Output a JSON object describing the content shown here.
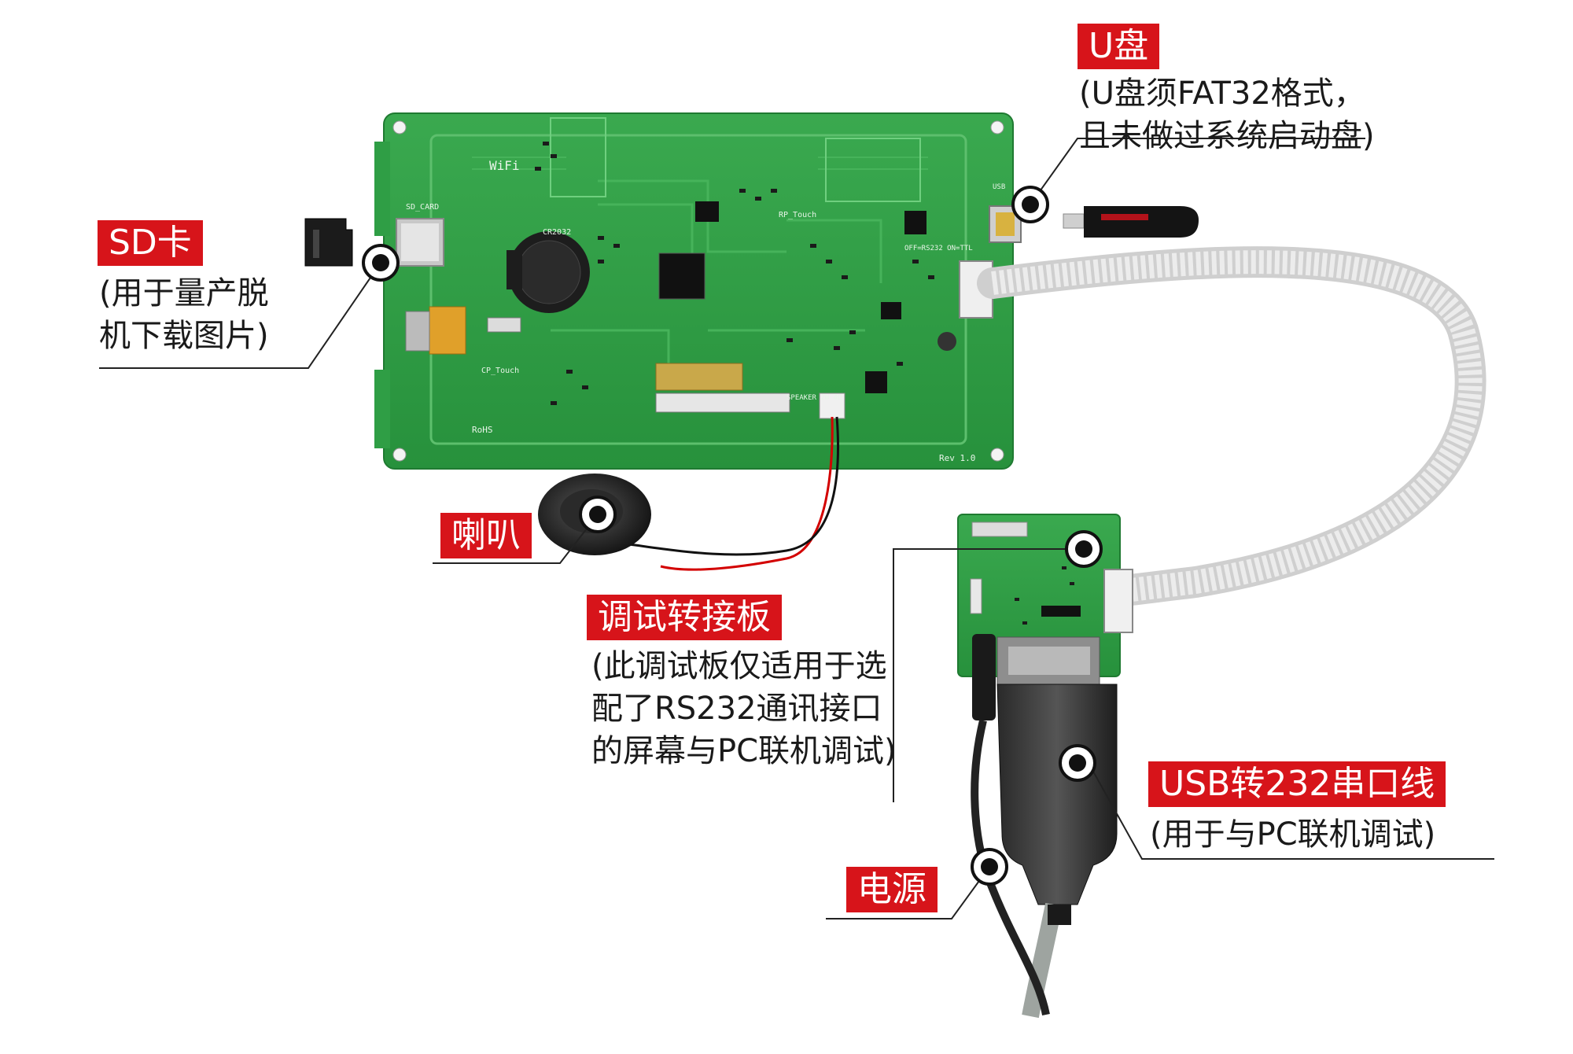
{
  "callouts": {
    "sd": {
      "label": "SD卡",
      "desc": [
        "(用于量产脱",
        "机下载图片)"
      ]
    },
    "udisk": {
      "label": "U盘",
      "desc": [
        "(U盘须FAT32格式，",
        "且未做过系统启动盘)"
      ]
    },
    "speaker": {
      "label": "喇叭"
    },
    "debug_board": {
      "label": "调试转接板",
      "desc": [
        "(此调试板仅适用于选",
        "配了RS232通讯接口",
        "的屏幕与PC联机调试)"
      ]
    },
    "usb232": {
      "label": "USB转232串口线",
      "desc": [
        "(用于与PC联机调试)"
      ]
    },
    "power": {
      "label": "电源"
    }
  },
  "silkscreen": {
    "sd_card": "SD_CARD",
    "cr2032": "CR2032",
    "cp_touch": "CP_Touch",
    "rp_touch": "RP_Touch",
    "usb": "USB",
    "rs232": "OFF=RS232 ON=TTL",
    "speaker": "SPEAKER 2W 4Ω",
    "rev": "Rev 1.0",
    "wifi": "WiFi",
    "rohs": "RoHS"
  },
  "colors": {
    "label_bg": "#d7141a",
    "pcb_green": "#2f9e45",
    "ribbon": "#d9d9d9"
  }
}
